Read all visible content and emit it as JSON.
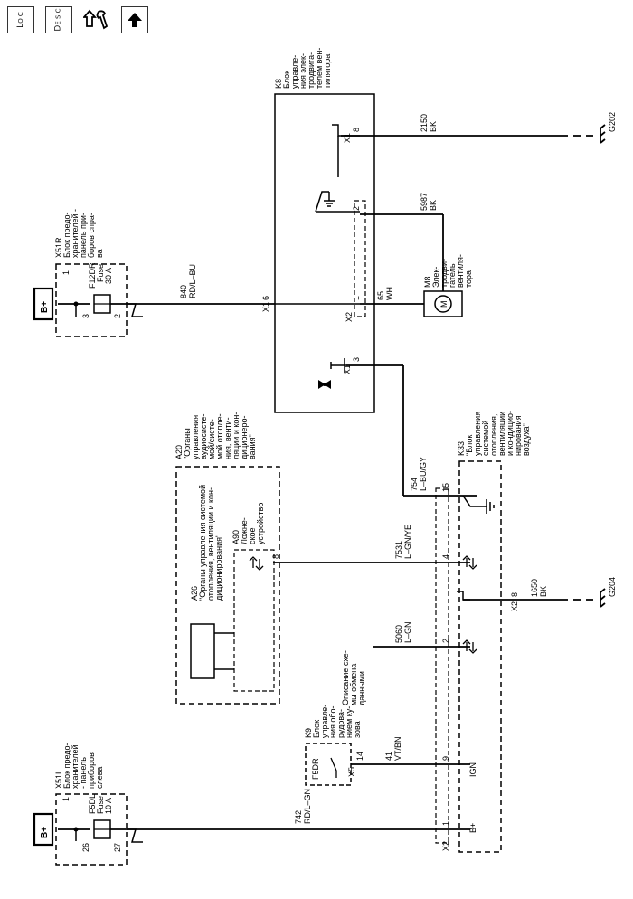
{
  "toolbar": {
    "loc_main": "L",
    "loc_sub": "O C",
    "desc_main": "D",
    "desc_sub": "E S C"
  },
  "fuseblocks": {
    "x51r": {
      "id": "X51R",
      "desc": [
        "Блок предо-",
        "хранителей -",
        "панель при-",
        "боров спра-",
        "ва"
      ],
      "fuse": [
        "F12DR",
        "Fuse",
        "30 A"
      ],
      "p_top": "1",
      "p_3": "3",
      "p_2": "2",
      "bplus": "B+"
    },
    "x51l": {
      "id": "X51L",
      "desc": [
        "Блок предо-",
        "хранителей",
        "- панель",
        "приборов",
        "слева"
      ],
      "fuse": [
        "F5DL",
        "Fuse",
        "10 A"
      ],
      "p_top": "1",
      "p_26": "26",
      "p_27": "27",
      "bplus": "B+"
    }
  },
  "k8": {
    "id": "K8",
    "desc": [
      "Блок",
      "управле-",
      "ния элек-",
      "тродвига-",
      "телем вен-",
      "тилятора"
    ],
    "x1": "X1",
    "x2": "X2",
    "p6": "6",
    "p8": "8",
    "p2": "2",
    "p1": "1",
    "p3": "3"
  },
  "m8": {
    "id": "M8",
    "desc": [
      "Элек-",
      "тродви-",
      "гатель",
      "вентиля-",
      "тора"
    ],
    "m": "M"
  },
  "wires": {
    "w840": [
      "840",
      "RD/L–BU"
    ],
    "w2150": [
      "2150",
      "BK"
    ],
    "w5987": [
      "5987",
      "BK"
    ],
    "w65": [
      "65",
      "WH"
    ],
    "w754": [
      "754",
      "L–BU/GY"
    ],
    "w7531": [
      "7531",
      "L–GN/YE"
    ],
    "w5060": [
      "5060",
      "L–GN"
    ],
    "w41": [
      "41",
      "VT/BN"
    ],
    "w742": [
      "742",
      "RD/L–GN"
    ],
    "w1650": [
      "1650",
      "BK"
    ]
  },
  "grounds": {
    "g202": "G202",
    "g204": "G204"
  },
  "a20": {
    "id": "A20",
    "desc": [
      "\"Органы",
      "управления",
      "аудиосисте-",
      "мой/систе-",
      "мой отопле-",
      "ния, венти-",
      "ляции и кон-",
      "диционеро-",
      "вания\""
    ],
    "p8": "8"
  },
  "a26": {
    "id": "A26",
    "desc": [
      "\"Органы управления системой",
      "отопления, вентиляции и кон-",
      "диционирования\""
    ]
  },
  "a90": {
    "id": "A90",
    "desc": [
      "Ложнe-",
      "ское",
      "устройство"
    ]
  },
  "k33": {
    "id": "K33",
    "desc": [
      "\"Блок",
      "управления",
      "системой",
      "отопления,",
      "вентиляции",
      "и кондицио-",
      "нирования",
      "воздуха\""
    ],
    "p15": "15",
    "p4": "4",
    "p2": "2",
    "p9": "9",
    "p1": "1",
    "p8": "8",
    "x2a": "X2",
    "x2b": "X2",
    "ign": "IGN",
    "bplus": "B+"
  },
  "data_ref": [
    "Описание схе-",
    "мы обмена",
    "данными"
  ],
  "k9": {
    "id": "K9",
    "desc": [
      "Блок",
      "управле-",
      "ния обо-",
      "рудова-",
      "нием ку-",
      "зова"
    ],
    "fuse": "F5DR",
    "x5": "X5",
    "p14": "14"
  }
}
